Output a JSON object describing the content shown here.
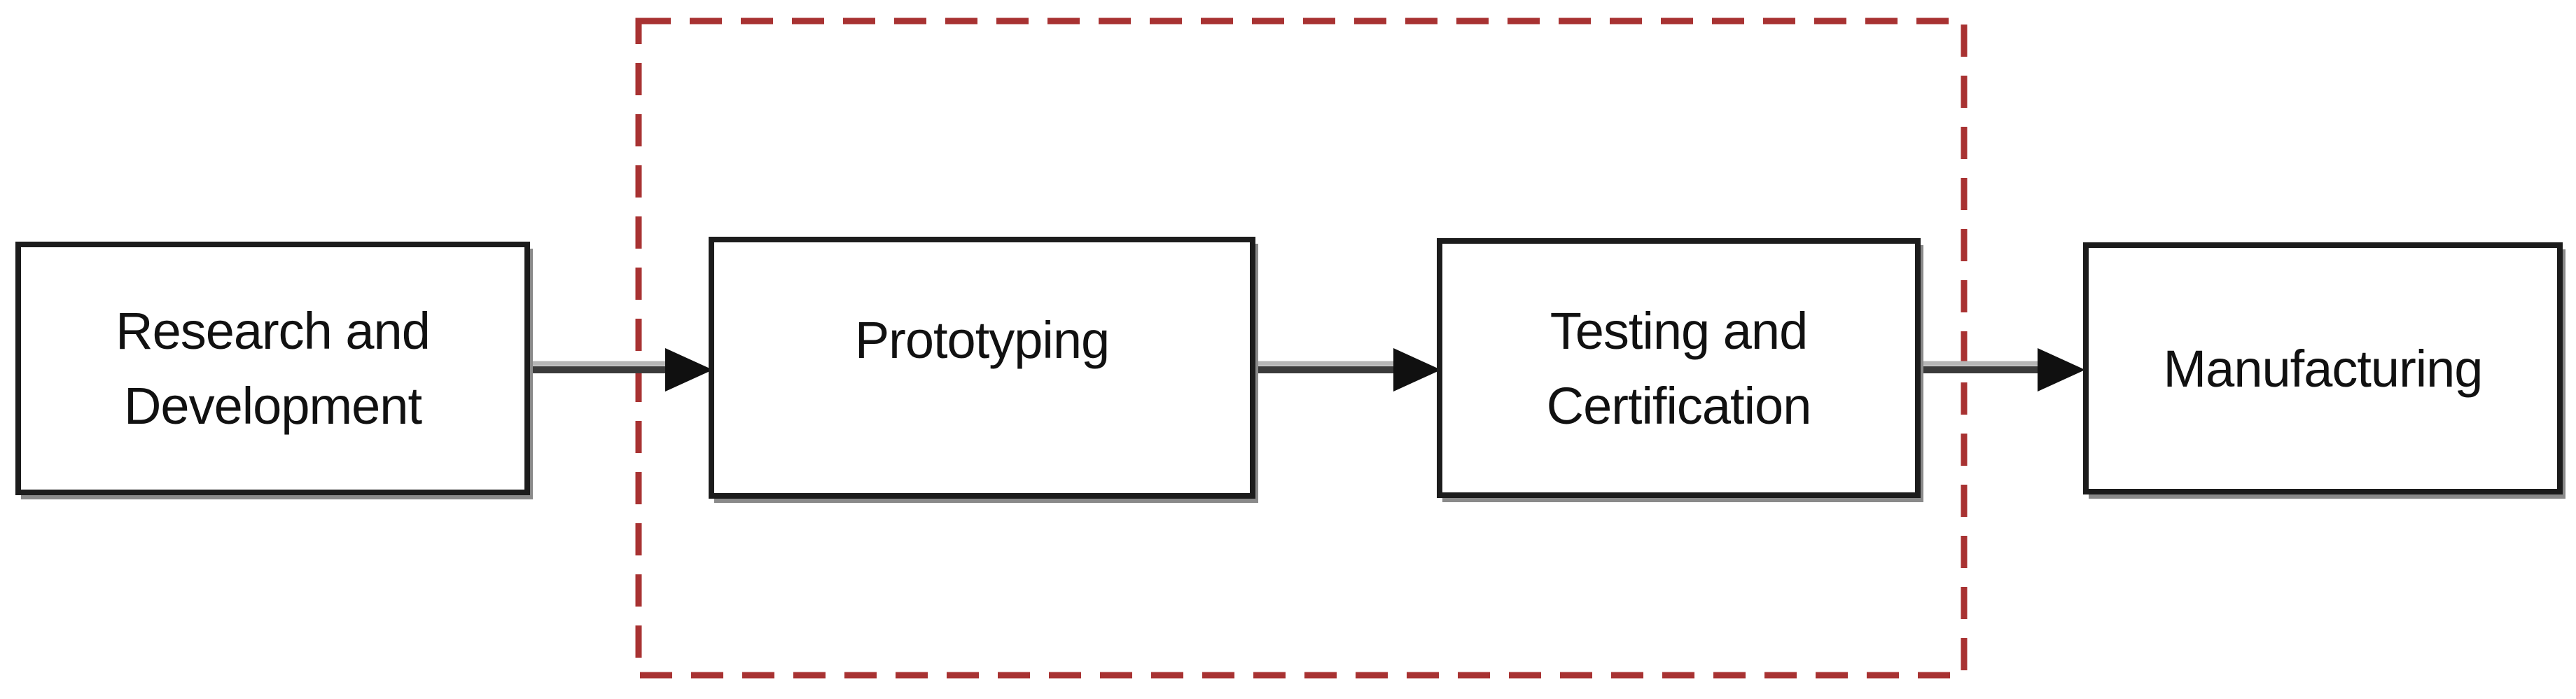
{
  "diagram": {
    "type": "flowchart",
    "direction": "left-to-right",
    "nodes": [
      {
        "id": "rnd",
        "label": "Research and Development"
      },
      {
        "id": "prototyping",
        "label": "Prototyping"
      },
      {
        "id": "testing",
        "label": "Testing and Certification"
      },
      {
        "id": "manufacturing",
        "label": "Manufacturing"
      }
    ],
    "edges": [
      {
        "from": "Research and Development",
        "to": "Prototyping"
      },
      {
        "from": "Prototyping",
        "to": "Testing and Certification"
      },
      {
        "from": "Testing and Certification",
        "to": "Manufacturing"
      }
    ],
    "highlight": {
      "shape": "dashed-rectangle",
      "contains": [
        "Prototyping",
        "Testing and Certification"
      ]
    }
  },
  "colors": {
    "background": "#ffffff",
    "box_border": "#1c1c1c",
    "box_fill": "#ffffff",
    "box_shadow": "#8a8a8a",
    "arrow": "#3a3a3a",
    "arrow_highlight": "#b5b5b5",
    "arrowhead": "#101010",
    "dashed_outline": "#a83232",
    "text": "#111111"
  }
}
